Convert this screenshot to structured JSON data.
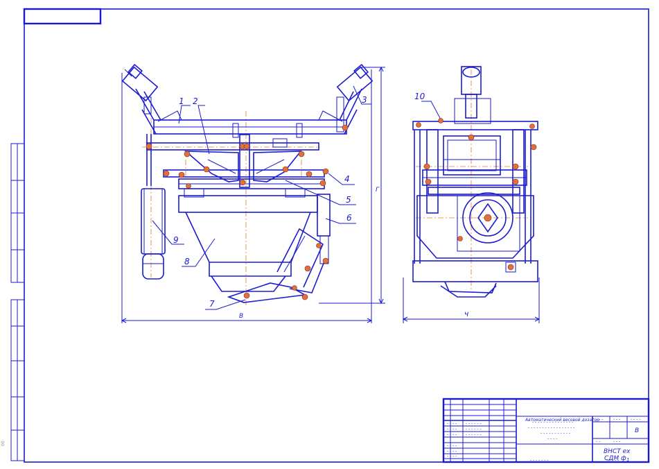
{
  "callouts": [
    "1",
    "2",
    "3",
    "4",
    "5",
    "6",
    "7",
    "8",
    "9",
    "10"
  ],
  "dimensions": {
    "front_width": "В",
    "front_height": "Г",
    "side_width": "Ч"
  },
  "title_block": {
    "designation": "Автоматический весовой дозатор",
    "org_line1": "ВНСТ ex",
    "org_line2": "СДМ ф",
    "sheet_letter": "В",
    "sheet_number": "1"
  },
  "colors": {
    "ink": "#1a1ad0",
    "axis": "#e08020",
    "point": "#e07040"
  }
}
